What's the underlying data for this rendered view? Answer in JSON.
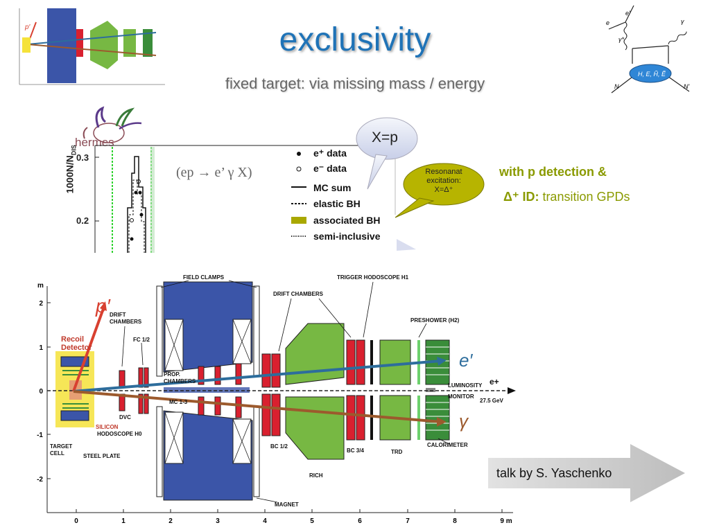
{
  "slide": {
    "title": "exclusivity",
    "subtitle": "fixed target: via missing mass / energy"
  },
  "plot": {
    "logo_text": "hermes",
    "ylabel": "1000N/N",
    "ylabel_sub": "DIS",
    "yticks": [
      "0.3",
      "0.2"
    ],
    "process": "(ep → e’ γ X)",
    "legend": [
      {
        "marker": "filled-dot",
        "label": "e⁺ data"
      },
      {
        "marker": "open-dot",
        "label": "e⁻ data"
      },
      {
        "marker": "solid-line",
        "label": "MC sum"
      },
      {
        "marker": "dashed-line",
        "label": "elastic BH"
      },
      {
        "marker": "olive-box",
        "label": "associated BH"
      },
      {
        "marker": "dotted-line",
        "label": "semi-inclusive"
      }
    ],
    "bubble_text": "X=p",
    "callout_text": [
      "Resonanat",
      "excitation:",
      "X=Δ⁺"
    ]
  },
  "notes": {
    "line1": "with p detection &",
    "line2_bold": "Δ⁺ ID:",
    "line2_rest": " transition GPDs",
    "color": "#8a9a00"
  },
  "detector": {
    "y_axis_unit": "m",
    "y_ticks": [
      "2",
      "1",
      "0",
      "-1",
      "-2"
    ],
    "x_ticks": [
      "0",
      "1",
      "2",
      "3",
      "4",
      "5",
      "6",
      "7",
      "8",
      "9 m"
    ],
    "labels": {
      "field_clamps": "FIELD CLAMPS",
      "trigger_h1": "TRIGGER HODOSCOPE H1",
      "drift_chambers_top": "DRIFT CHAMBERS",
      "recoil": [
        "Recoil",
        "Detector"
      ],
      "drift_chambers_left": [
        "DRIFT",
        "CHAMBERS"
      ],
      "fc12": "FC 1/2",
      "prop_chambers": [
        "PROP.",
        "CHAMBERS"
      ],
      "mc13": "MC 1-3",
      "preshower": "PRESHOWER (H2)",
      "luminosity": [
        "LUMINOSITY",
        "MONITOR"
      ],
      "beam": "e+",
      "beam_energy": "27.5 GeV",
      "dvc": "DVC",
      "silicon": "SILICON",
      "hodoscope_h0": "HODOSCOPE H0",
      "bc12": "BC 1/2",
      "bc34": "BC 3/4",
      "trd": "TRD",
      "calorimeter": "CALORIMETER",
      "target_cell": [
        "TARGET",
        "CELL"
      ],
      "steel_plate": "STEEL PLATE",
      "rich": "RICH",
      "magnet": "MAGNET",
      "particle_p": "p′",
      "particle_e": "e′",
      "particle_gamma": "γ"
    }
  },
  "talk": {
    "label": "talk by S. Yaschenko"
  },
  "colors": {
    "title": "#1f73b7",
    "magnet": "#3b55a8",
    "rich_green": "#77b843",
    "red_chamber": "#d9202f",
    "track_p": "#d84030",
    "track_e": "#2d6d9c",
    "track_gamma": "#9c5a2d",
    "callout": "#b7b400"
  }
}
